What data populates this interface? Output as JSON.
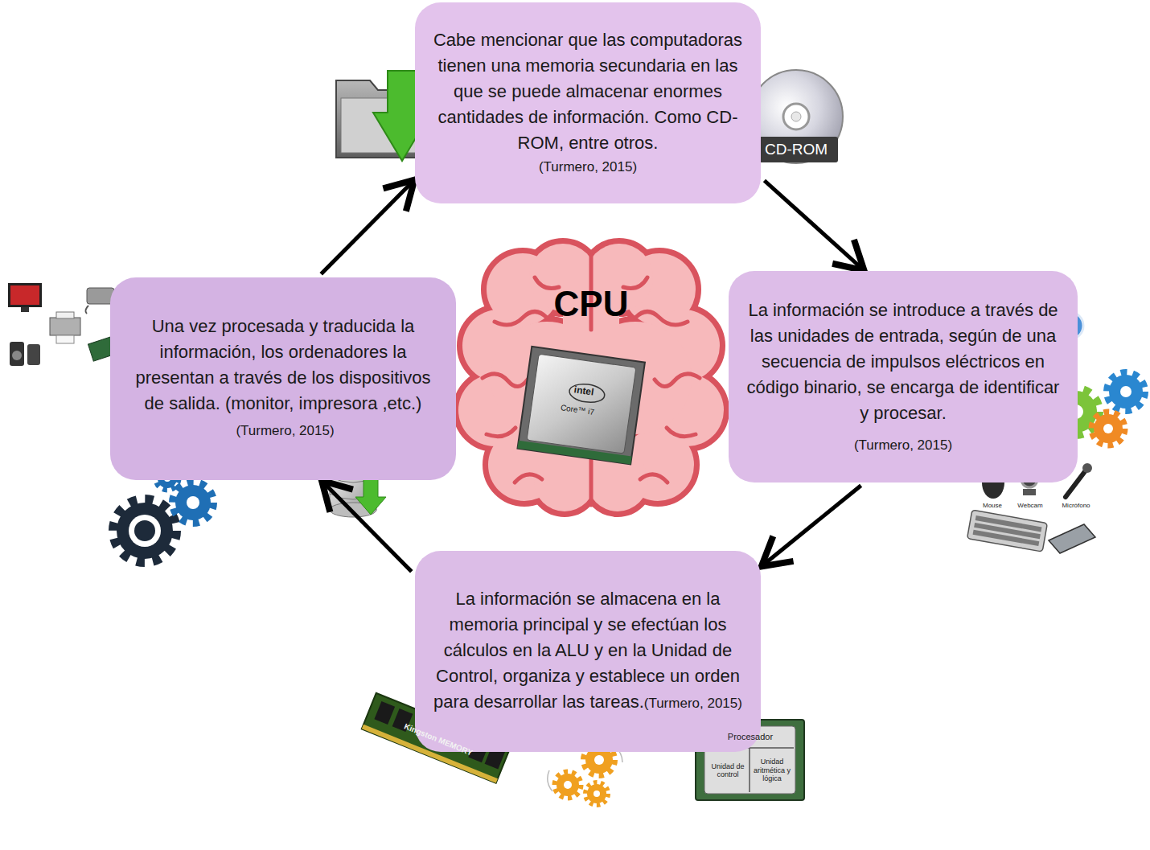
{
  "diagram": {
    "nodes": [
      {
        "text": [
          "Cabe mencionar que las computadoras tienen una memoria secundaria en las que se puede almacenar enormes cantidades de información. Como CD-ROM, entre otros.",
          "(Turmero, 2015)"
        ]
      },
      {
        "text": [
          "Una vez procesada y traducida la información, los ordenadores la presentan a través de los dispositivos de salida. (monitor, impresora ,etc.)",
          "(Turmero, 2015)"
        ]
      },
      {
        "text": [
          "La información se introduce a través de las unidades de entrada, según de una secuencia de impulsos eléctricos en código binario, se encarga de identificar y procesar.",
          "(Turmero, 2015)"
        ]
      },
      {
        "text": [
          "La información se almacena en la memoria principal y se efectúan los cálculos en la ALU y en la Unidad de Control, organiza y establece un orden para desarrollar las tareas.",
          "(Turmero, 2015)"
        ]
      }
    ],
    "edges": [
      {
        "from": 0,
        "to": 2,
        "arrow": "to"
      },
      {
        "from": 2,
        "to": 3,
        "arrow": "to"
      },
      {
        "from": 3,
        "to": 1,
        "arrow": "to"
      },
      {
        "from": 1,
        "to": 0,
        "arrow": "to"
      }
    ],
    "labels": [
      "CPU",
      "CD-ROM",
      "intel",
      "Core™ i7",
      "Mouse",
      "Webcam",
      "Micrófono",
      "Kingston MEMORY",
      "Procesador",
      "Unidad de control",
      "Unidad aritmética y lógica"
    ]
  }
}
